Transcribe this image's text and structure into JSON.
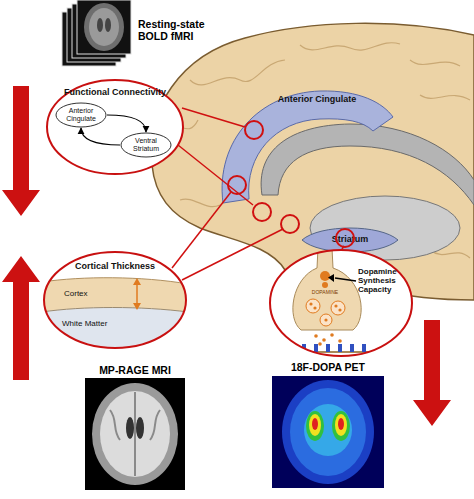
{
  "diagram": {
    "nodes": [
      {
        "text": [
          "Functional Connectivity"
        ]
      },
      {
        "text": [
          "Anterior Cingulate"
        ],
        "in": 0
      },
      {
        "text": [
          "Ventral Striatum"
        ],
        "in": 0
      },
      {
        "text": [
          "Anterior Cingulate"
        ]
      },
      {
        "text": [
          "Striatum"
        ]
      },
      {
        "text": [
          "Cortical Thickness",
          "Cortex",
          "White Matter"
        ]
      },
      {
        "text": [
          "Dopamine Synthesis Capacity",
          "DOPAMINE"
        ]
      }
    ],
    "edges": [
      {
        "from": 1,
        "to": 2,
        "arrow": "to"
      },
      {
        "from": 2,
        "to": 1,
        "arrow": "to"
      }
    ],
    "labels": [
      "Resting-state BOLD fMRI",
      "MP-RAGE MRI",
      "18F-DOPA PET"
    ]
  }
}
